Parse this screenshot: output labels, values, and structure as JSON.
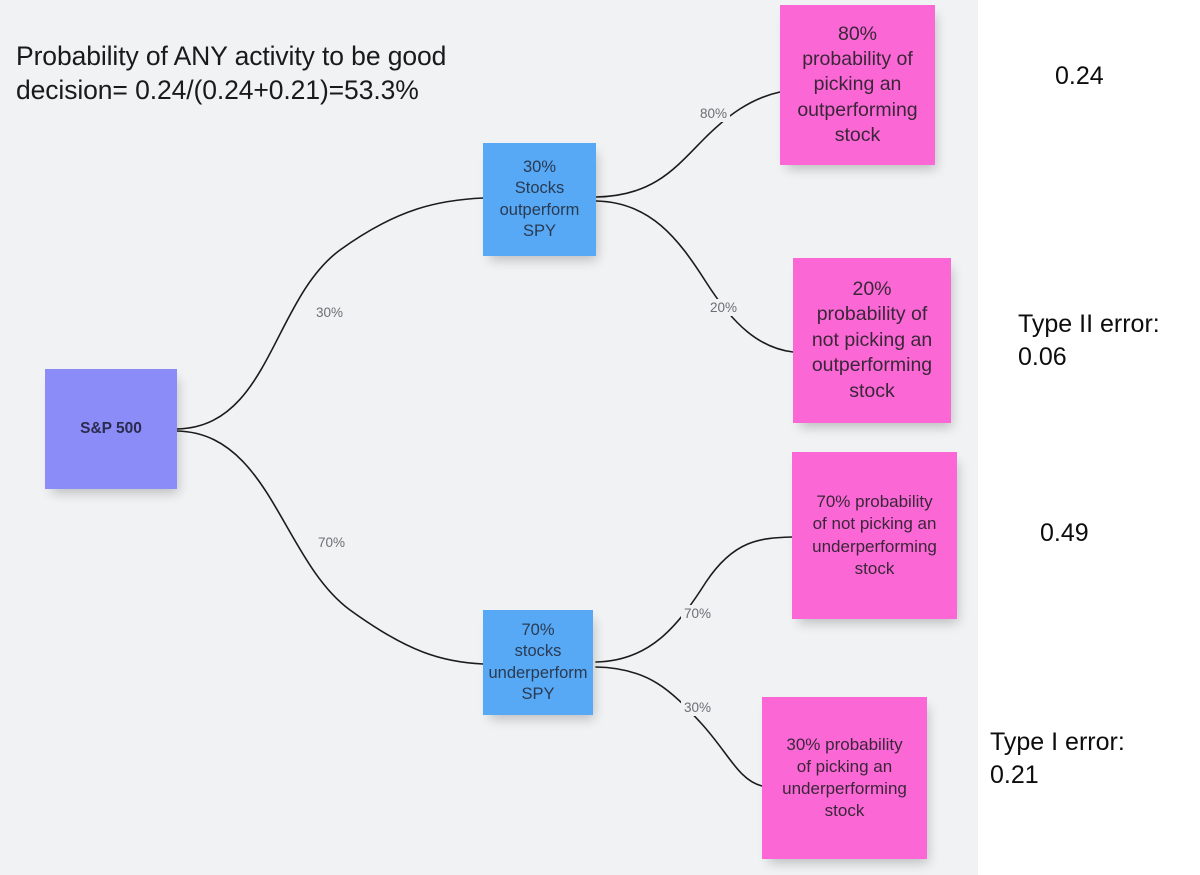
{
  "title": "Probability of ANY activity to be good\ndecision= 0.24/(0.24+0.21)=53.3%",
  "colors": {
    "canvas_bg": "#f1f2f4",
    "page_bg": "#ffffff",
    "root_node": "#8c8cf9",
    "mid_node": "#57a9f5",
    "leaf_node": "#fb68d6",
    "edge_stroke": "#1b1b1b",
    "edge_label": "#6e6e72",
    "annotation_text": "#0d0d0d"
  },
  "nodes": {
    "root": {
      "label": "S&P 500"
    },
    "mid_upper": {
      "label": "30%\nStocks\noutperform\nSPY"
    },
    "mid_lower": {
      "label": "70%\nstocks\nunderperform\nSPY"
    },
    "leaf_1": {
      "label": "80%\nprobability of\npicking an\noutperforming\nstock"
    },
    "leaf_2": {
      "label": "20%\nprobability of\nnot picking an\noutperforming\nstock"
    },
    "leaf_3": {
      "label": "70% probability\nof not picking an\nunderperforming\nstock"
    },
    "leaf_4": {
      "label": "30% probability\nof picking an\nunderperforming\nstock"
    }
  },
  "edge_labels": {
    "root_to_mid_upper": "30%",
    "root_to_mid_lower": "70%",
    "mid_upper_to_leaf_1": "80%",
    "mid_upper_to_leaf_2": "20%",
    "mid_lower_to_leaf_3": "70%",
    "mid_lower_to_leaf_4": "30%"
  },
  "annotations": {
    "outcome_1": "0.24",
    "outcome_2": "Type II error:\n0.06",
    "outcome_3": "0.49",
    "outcome_4": "Type I error:\n0.21"
  },
  "chart_data": {
    "type": "tree",
    "title": "Probability of ANY activity to be good decision= 0.24/(0.24+0.21)=53.3%",
    "root": "S&P 500",
    "branches": [
      {
        "condition": "Stocks outperform SPY",
        "probability": 0.3,
        "outcomes": [
          {
            "label": "picking an outperforming stock",
            "conditional_probability": 0.8,
            "joint_probability": 0.24,
            "classification": ""
          },
          {
            "label": "not picking an outperforming stock",
            "conditional_probability": 0.2,
            "joint_probability": 0.06,
            "classification": "Type II error"
          }
        ]
      },
      {
        "condition": "stocks underperform SPY",
        "probability": 0.7,
        "outcomes": [
          {
            "label": "not picking an underperforming stock",
            "conditional_probability": 0.7,
            "joint_probability": 0.49,
            "classification": ""
          },
          {
            "label": "picking an underperforming stock",
            "conditional_probability": 0.3,
            "joint_probability": 0.21,
            "classification": "Type I error"
          }
        ]
      }
    ],
    "summary": {
      "good_decision_probability": 0.533,
      "formula": "0.24/(0.24+0.21)"
    }
  }
}
